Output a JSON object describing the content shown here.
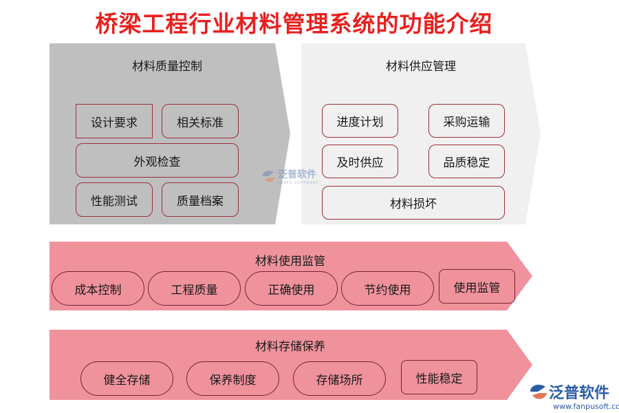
{
  "title": "桥梁工程行业材料管理系统的功能介绍",
  "panels": {
    "quality": {
      "title": "材料质量控制",
      "items": [
        "设计要求",
        "相关标准",
        "外观检查",
        "性能测试",
        "质量档案"
      ]
    },
    "supply": {
      "title": "材料供应管理",
      "items": [
        "进度计划",
        "采购运输",
        "及时供应",
        "品质稳定",
        "材料损坏"
      ]
    },
    "usage": {
      "title": "材料使用监管",
      "items": [
        "成本控制",
        "工程质量",
        "正确使用",
        "节约使用",
        "使用监管"
      ]
    },
    "storage": {
      "title": "材料存储保养",
      "items": [
        "健全存储",
        "保养制度",
        "存储场所",
        "性能稳定"
      ]
    }
  },
  "watermark": {
    "text": "泛普软件",
    "sub": "FANPU SOFTWARE"
  },
  "logo": {
    "text": "泛普软件",
    "url": "www.fanpusoft.com"
  },
  "colors": {
    "title": "#e8201e",
    "quality_bg": "#bfbfbf",
    "supply_bg": "#f0f0f0",
    "pink_bg": "#ef929c",
    "border": "#9a2f3a"
  }
}
